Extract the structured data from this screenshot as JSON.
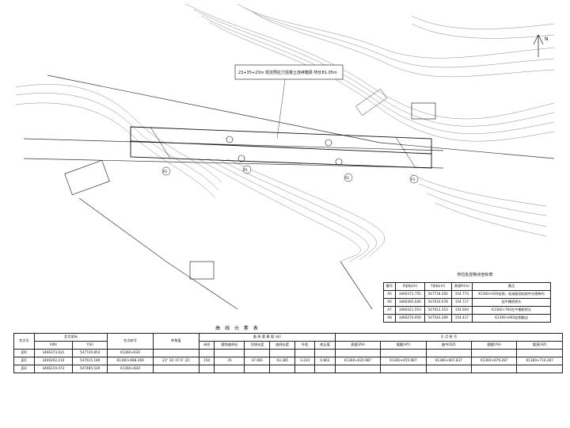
{
  "bridge_label": "23+35+23m 现浇预应力混凝土连续箱梁  桥长81.05m",
  "north_symbol": "N",
  "piers": [
    "P0",
    "P1",
    "P2",
    "P3"
  ],
  "control_table": {
    "title": "桥位处控制点坐标表",
    "headers": [
      "编号",
      "X坐标(m)",
      "Y坐标(m)",
      "高程H(m)",
      "备注"
    ],
    "rows": [
      [
        "A5",
        "3466373.755",
        "547718.260",
        "154.773",
        "K1360+630右侧，毛成级测站前中分隔带内"
      ],
      [
        "A6",
        "3466365.640",
        "547610.078",
        "154.717",
        "挂牛棚桥桥头"
      ],
      [
        "A7",
        "3466321.553",
        "547613.353",
        "154.604",
        "K1360+760左牛棚桥桥头"
      ],
      [
        "A8",
        "3466270.050",
        "547543.289",
        "154.417",
        "K1360+845右侧路边"
      ]
    ]
  },
  "curve_table": {
    "title": "曲 线 元 素 表",
    "group_headers": {
      "jd": "交点号",
      "coords": "交点坐标",
      "station": "交点桩号",
      "angle": "转角值",
      "elements": "曲 线 要 素 值 (米)",
      "points": "主 点 桩 号"
    },
    "sub_headers": {
      "x": "X(N)",
      "y": "Y(E)",
      "elements": [
        "半径",
        "缓和曲线长",
        "切线长度",
        "曲线长度",
        "外距",
        "校正值"
      ],
      "points": [
        "直缓(ZH)",
        "缓圆(HY)",
        "曲中(QZ)",
        "圆缓(YH)",
        "缓直(HZ)"
      ]
    },
    "rows": [
      {
        "jd": "JD0",
        "x": "3466373.631",
        "y": "547720.854",
        "station": "K1360+630",
        "angle": "",
        "elements": [
          "",
          "",
          "",
          "",
          "",
          ""
        ],
        "points": [
          "",
          "",
          "",
          "",
          ""
        ]
      },
      {
        "jd": "JD1",
        "x": "3466292.210",
        "y": "547615.189",
        "station": "K1360+668.369",
        "angle": "23° 16′ 07.6″ (Z)",
        "elements": [
          "150",
          "35",
          "47.081",
          "93.385",
          "3.224",
          "0.863"
        ],
        "points": [
          "K1360+620.987",
          "K1360+655.987",
          "K1360+667.837",
          "K1360+679.287",
          "K1360+714.287"
        ]
      },
      {
        "jd": "JD2",
        "x": "3466219.473",
        "y": "547485.529",
        "station": "K1360+830",
        "angle": "",
        "elements": [
          "",
          "",
          "",
          "",
          "",
          ""
        ],
        "points": [
          "",
          "",
          "",
          "",
          ""
        ]
      }
    ]
  }
}
